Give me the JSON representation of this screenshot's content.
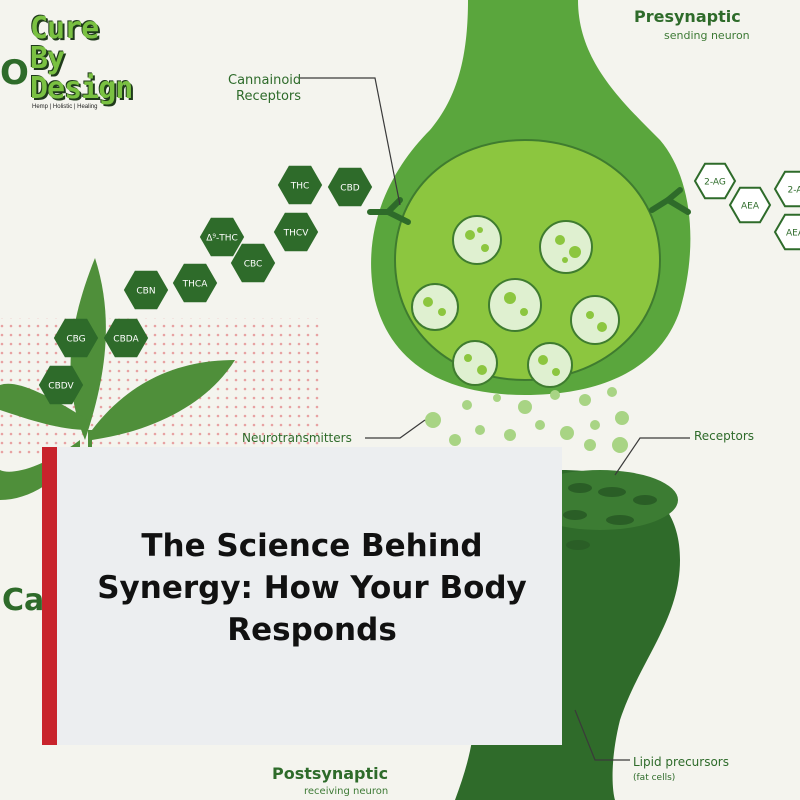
{
  "logo": {
    "title": "Cure By\nDesign",
    "tagline": "Hemp | Holistic | Healing"
  },
  "title_card": {
    "title": "The Science Behind Synergy: How Your Body Responds"
  },
  "diagram": {
    "presynaptic": {
      "title": "Presynaptic",
      "subtitle": "sending neuron"
    },
    "postsynaptic": {
      "title": "Postsynaptic",
      "subtitle": "receiving neuron"
    },
    "labels": {
      "cannabinoid_receptors": "Cannainoid\nReceptors",
      "neurotransmitters": "Neurotransmitters",
      "receptors": "Receptors",
      "lipid_precursors": "Lipid precursors",
      "lipid_note": "(fat cells)"
    },
    "cannabinoids": [
      "THC",
      "CBD",
      "THCV",
      "Δ⁹-THC",
      "CBC",
      "THCA",
      "CBN",
      "CBDA",
      "CBG",
      "CBDV"
    ],
    "endocannabinoids": [
      "2-AG",
      "2-A",
      "AEA",
      "AEA"
    ],
    "partial_left_text": [
      "O",
      "Ca"
    ]
  },
  "colors": {
    "dark_green": "#2e6b2a",
    "mid_green": "#5aa03f",
    "light_green": "#8cc63f",
    "accent_red": "#c8232c",
    "card_bg": "#eceef0"
  }
}
